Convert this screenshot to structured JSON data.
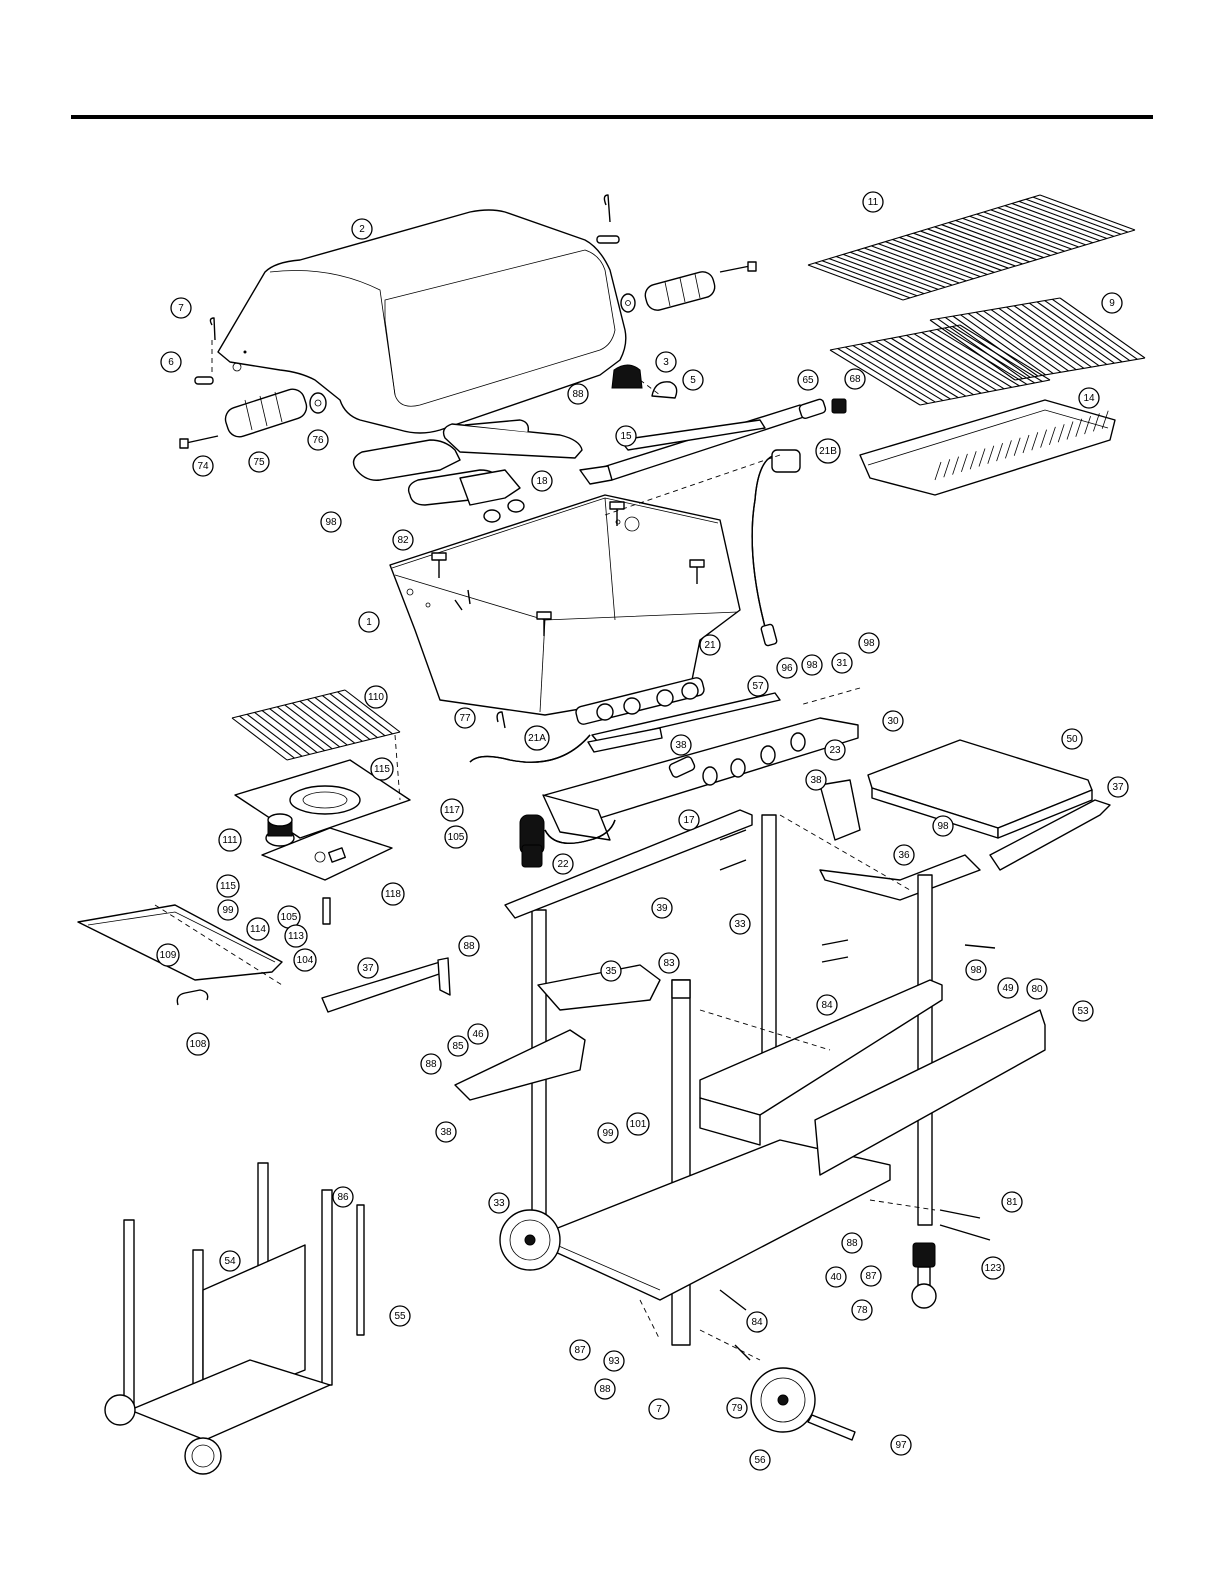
{
  "callouts": [
    {
      "id": "c-2",
      "label": "2"
    },
    {
      "id": "c-7a",
      "label": "7"
    },
    {
      "id": "c-6",
      "label": "6"
    },
    {
      "id": "c-74",
      "label": "74"
    },
    {
      "id": "c-75",
      "label": "75"
    },
    {
      "id": "c-76",
      "label": "76"
    },
    {
      "id": "c-3",
      "label": "3"
    },
    {
      "id": "c-5",
      "label": "5"
    },
    {
      "id": "c-88a",
      "label": "88"
    },
    {
      "id": "c-15",
      "label": "15"
    },
    {
      "id": "c-18",
      "label": "18"
    },
    {
      "id": "c-98a",
      "label": "98"
    },
    {
      "id": "c-11",
      "label": "11"
    },
    {
      "id": "c-9",
      "label": "9"
    },
    {
      "id": "c-65",
      "label": "65"
    },
    {
      "id": "c-68",
      "label": "68"
    },
    {
      "id": "c-14",
      "label": "14"
    },
    {
      "id": "c-21B",
      "label": "21B"
    },
    {
      "id": "c-82",
      "label": "82"
    },
    {
      "id": "c-1",
      "label": "1"
    },
    {
      "id": "c-21",
      "label": "21"
    },
    {
      "id": "c-98b",
      "label": "98"
    },
    {
      "id": "c-96",
      "label": "96"
    },
    {
      "id": "c-98c",
      "label": "98"
    },
    {
      "id": "c-31",
      "label": "31"
    },
    {
      "id": "c-57",
      "label": "57"
    },
    {
      "id": "c-30",
      "label": "30"
    },
    {
      "id": "c-77",
      "label": "77"
    },
    {
      "id": "c-21A",
      "label": "21A"
    },
    {
      "id": "c-38a",
      "label": "38"
    },
    {
      "id": "c-23",
      "label": "23"
    },
    {
      "id": "c-110",
      "label": "110"
    },
    {
      "id": "c-115a",
      "label": "115"
    },
    {
      "id": "c-117",
      "label": "117"
    },
    {
      "id": "c-105a",
      "label": "105"
    },
    {
      "id": "c-111",
      "label": "111"
    },
    {
      "id": "c-118",
      "label": "118"
    },
    {
      "id": "c-115b",
      "label": "115"
    },
    {
      "id": "c-105b",
      "label": "105"
    },
    {
      "id": "c-113",
      "label": "113"
    },
    {
      "id": "c-104",
      "label": "104"
    },
    {
      "id": "c-99a",
      "label": "99"
    },
    {
      "id": "c-114",
      "label": "114"
    },
    {
      "id": "c-109",
      "label": "109"
    },
    {
      "id": "c-108",
      "label": "108"
    },
    {
      "id": "c-17",
      "label": "17"
    },
    {
      "id": "c-22",
      "label": "22"
    },
    {
      "id": "c-50",
      "label": "50"
    },
    {
      "id": "c-38b",
      "label": "38"
    },
    {
      "id": "c-37a",
      "label": "37"
    },
    {
      "id": "c-98d",
      "label": "98"
    },
    {
      "id": "c-36",
      "label": "36"
    },
    {
      "id": "c-39",
      "label": "39"
    },
    {
      "id": "c-33a",
      "label": "33"
    },
    {
      "id": "c-88b",
      "label": "88"
    },
    {
      "id": "c-37b",
      "label": "37"
    },
    {
      "id": "c-35",
      "label": "35"
    },
    {
      "id": "c-83",
      "label": "83"
    },
    {
      "id": "c-84a",
      "label": "84"
    },
    {
      "id": "c-98e",
      "label": "98"
    },
    {
      "id": "c-49",
      "label": "49"
    },
    {
      "id": "c-80",
      "label": "80"
    },
    {
      "id": "c-53",
      "label": "53"
    },
    {
      "id": "c-46",
      "label": "46"
    },
    {
      "id": "c-85",
      "label": "85"
    },
    {
      "id": "c-88c",
      "label": "88"
    },
    {
      "id": "c-38c",
      "label": "38"
    },
    {
      "id": "c-99b",
      "label": "99"
    },
    {
      "id": "c-101",
      "label": "101"
    },
    {
      "id": "c-86",
      "label": "86"
    },
    {
      "id": "c-54",
      "label": "54"
    },
    {
      "id": "c-55",
      "label": "55"
    },
    {
      "id": "c-33b",
      "label": "33"
    },
    {
      "id": "c-81",
      "label": "81"
    },
    {
      "id": "c-88d",
      "label": "88"
    },
    {
      "id": "c-87a",
      "label": "87"
    },
    {
      "id": "c-123",
      "label": "123"
    },
    {
      "id": "c-40",
      "label": "40"
    },
    {
      "id": "c-78",
      "label": "78"
    },
    {
      "id": "c-84b",
      "label": "84"
    },
    {
      "id": "c-87b",
      "label": "87"
    },
    {
      "id": "c-93",
      "label": "93"
    },
    {
      "id": "c-88e",
      "label": "88"
    },
    {
      "id": "c-7b",
      "label": "7"
    },
    {
      "id": "c-79",
      "label": "79"
    },
    {
      "id": "c-97",
      "label": "97"
    },
    {
      "id": "c-56",
      "label": "56"
    }
  ]
}
